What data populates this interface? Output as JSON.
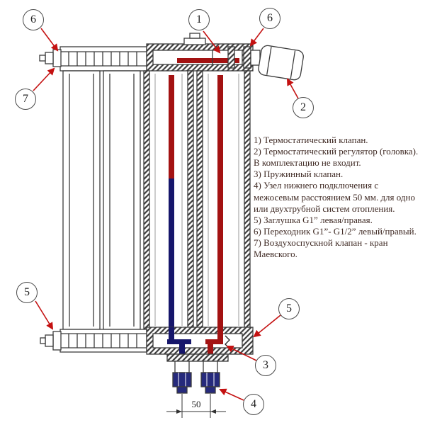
{
  "legend": {
    "items": [
      "1) Термостатический клапан.",
      "2) Термостатический регулятор (головка). В комплектацию не входит.",
      "3) Пружинный клапан.",
      "4) Узел нижнего подключения с межосевым расстоянием 50 мм. для одно или двухтрубной систем отопления.",
      "5) Заглушка G1” левая/правая.",
      "6) Переходник G1”- G1/2” левый/правый.",
      "7) Воздухоспускной клапан - кран Маевского."
    ]
  },
  "callouts": [
    {
      "label": "6"
    },
    {
      "label": "7"
    },
    {
      "label": "1"
    },
    {
      "label": "6"
    },
    {
      "label": "2"
    },
    {
      "label": "5"
    },
    {
      "label": "5"
    },
    {
      "label": "3"
    },
    {
      "label": "4"
    }
  ],
  "dimension": {
    "label": "50"
  },
  "colors": {
    "hot": "#a31212",
    "cold": "#16166b",
    "arrow": "#c41111",
    "outline": "#3b3b3b",
    "legend_text": "#3f2a24"
  }
}
